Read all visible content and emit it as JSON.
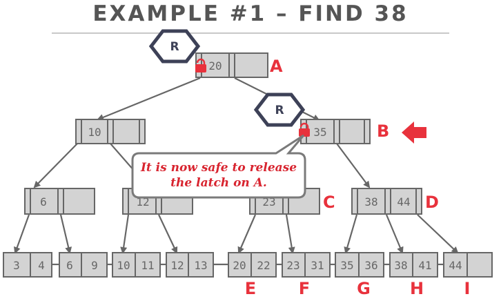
{
  "title": "EXAMPLE #1 – FIND 38",
  "callout": {
    "line1": "It is now safe to release",
    "line2": "the latch on A."
  },
  "latches": [
    {
      "label": "R"
    },
    {
      "label": "R"
    }
  ],
  "nodes": {
    "root": {
      "keys": [
        "20",
        ""
      ],
      "label": "A"
    },
    "inner_left": {
      "keys": [
        "10",
        ""
      ]
    },
    "inner_right": {
      "keys": [
        "35",
        ""
      ],
      "label": "B"
    },
    "mid_6": {
      "keys": [
        "6",
        ""
      ]
    },
    "mid_12": {
      "keys": [
        "12",
        ""
      ]
    },
    "mid_23": {
      "keys": [
        "23",
        ""
      ],
      "label": "C"
    },
    "mid_38": {
      "keys": [
        "38",
        "44"
      ],
      "label": "D"
    }
  },
  "leaves": [
    {
      "keys": [
        "3",
        "4"
      ],
      "label": ""
    },
    {
      "keys": [
        "6",
        "9"
      ],
      "label": ""
    },
    {
      "keys": [
        "10",
        "11"
      ],
      "label": ""
    },
    {
      "keys": [
        "12",
        "13"
      ],
      "label": ""
    },
    {
      "keys": [
        "20",
        "22"
      ],
      "label": "E"
    },
    {
      "keys": [
        "23",
        "31"
      ],
      "label": "F"
    },
    {
      "keys": [
        "35",
        "36"
      ],
      "label": "G"
    },
    {
      "keys": [
        "38",
        "41"
      ],
      "label": "H"
    },
    {
      "keys": [
        "44",
        ""
      ],
      "label": "I"
    }
  ],
  "colors": {
    "accent": "#e8323c",
    "latch": "#3d4157",
    "node_fill": "#d3d3d3",
    "edge": "#666666"
  },
  "icons": {
    "pointer": "red-arrow-left-icon",
    "lock": "padlock-icon"
  }
}
